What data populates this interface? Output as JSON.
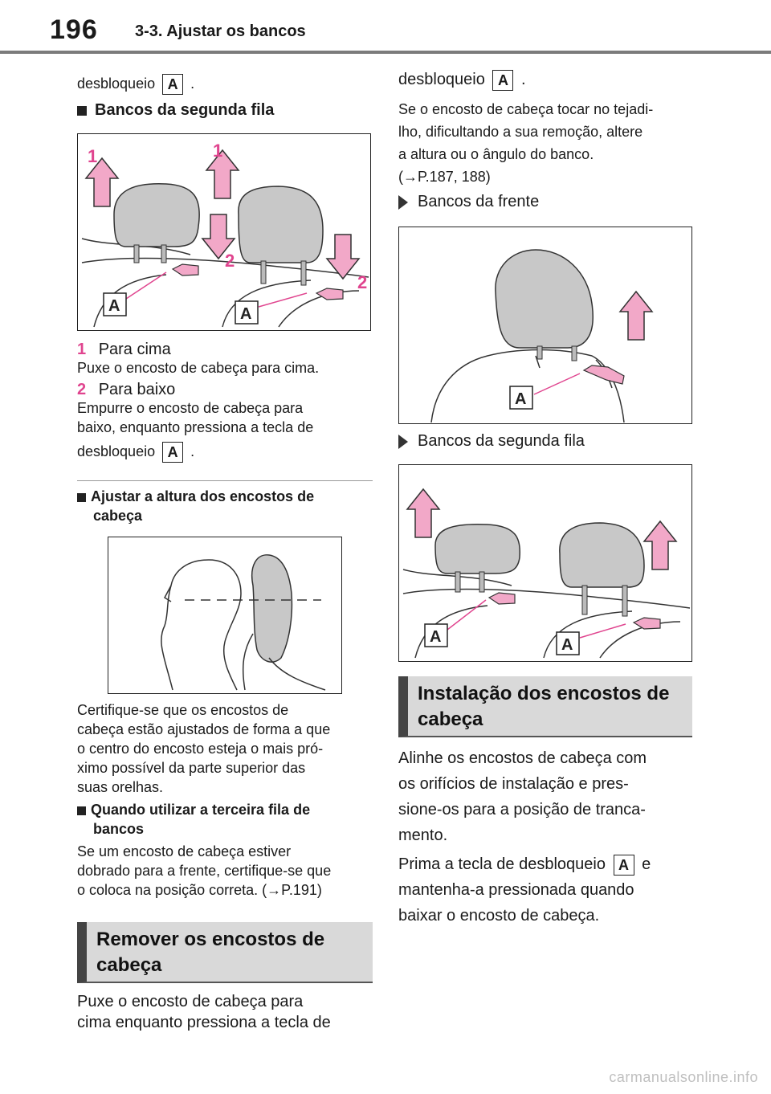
{
  "header": {
    "page_number": "196",
    "title": "3-3. Ajustar os bancos"
  },
  "left": {
    "top_line": "desbloqueio",
    "top_line_end": ".",
    "heading_second_row": "Bancos da segunda fila",
    "fig1_labels": {
      "one": "1",
      "two": "2",
      "key": "A"
    },
    "item1_num": "1",
    "item1_title": "Para cima",
    "item1_desc": "Puxe o encosto de cabeça para cima.",
    "item2_num": "2",
    "item2_title": "Para baixo",
    "item2_desc_1": "Empurre o encosto de cabeça para",
    "item2_desc_2": "baixo, enquanto pressiona a tecla de",
    "item2_desc_3": "desbloqueio",
    "item2_desc_3_end": ".",
    "note1_title_1": "Ajustar a altura dos encostos de",
    "note1_title_2": "cabeça",
    "note1_text": [
      "Certifique-se que os encostos de",
      "cabeça estão ajustados de forma a que",
      "o centro do encosto esteja o mais pró-",
      "ximo possível da parte superior das",
      "suas orelhas."
    ],
    "note2_title_1": "Quando utilizar a terceira fila de",
    "note2_title_2": "bancos",
    "note2_text": [
      "Se um encosto de cabeça estiver",
      "dobrado para a frente, certifique-se que",
      "o coloca na posição correta. (→P.191)"
    ],
    "section_remove_1": "Remover os encostos de",
    "section_remove_2": "cabeça",
    "remove_text": [
      "Puxe o encosto de cabeça para",
      "cima enquanto pressiona a tecla de"
    ]
  },
  "right": {
    "top_line": "desbloqueio",
    "top_line_end": ".",
    "tip_text": [
      "Se o encosto de cabeça tocar no tejadi-",
      "lho, dificultando a sua remoção, altere",
      "a altura ou o ângulo do banco.",
      "(→P.187, 188)"
    ],
    "front_label": "Bancos da frente",
    "second_label": "Bancos da segunda fila",
    "section_install_1": "Instalação dos encostos de",
    "section_install_2": "cabeça",
    "install_text": [
      "Alinhe os encostos de cabeça com",
      "os orifícios de instalação e pres-",
      "sione-os para a posição de tranca-",
      "mento."
    ],
    "install_text2_1": "Prima a tecla de desbloqueio",
    "install_text2_1_end": "e",
    "install_text2": [
      "mantenha-a pressionada quando",
      "baixar o encosto de cabeça."
    ]
  },
  "key_label": "A",
  "footer": "carmanualsonline.info",
  "colors": {
    "accent_pink": "#e0458f",
    "section_bg": "#d9d9d9",
    "section_bar": "#444444"
  }
}
